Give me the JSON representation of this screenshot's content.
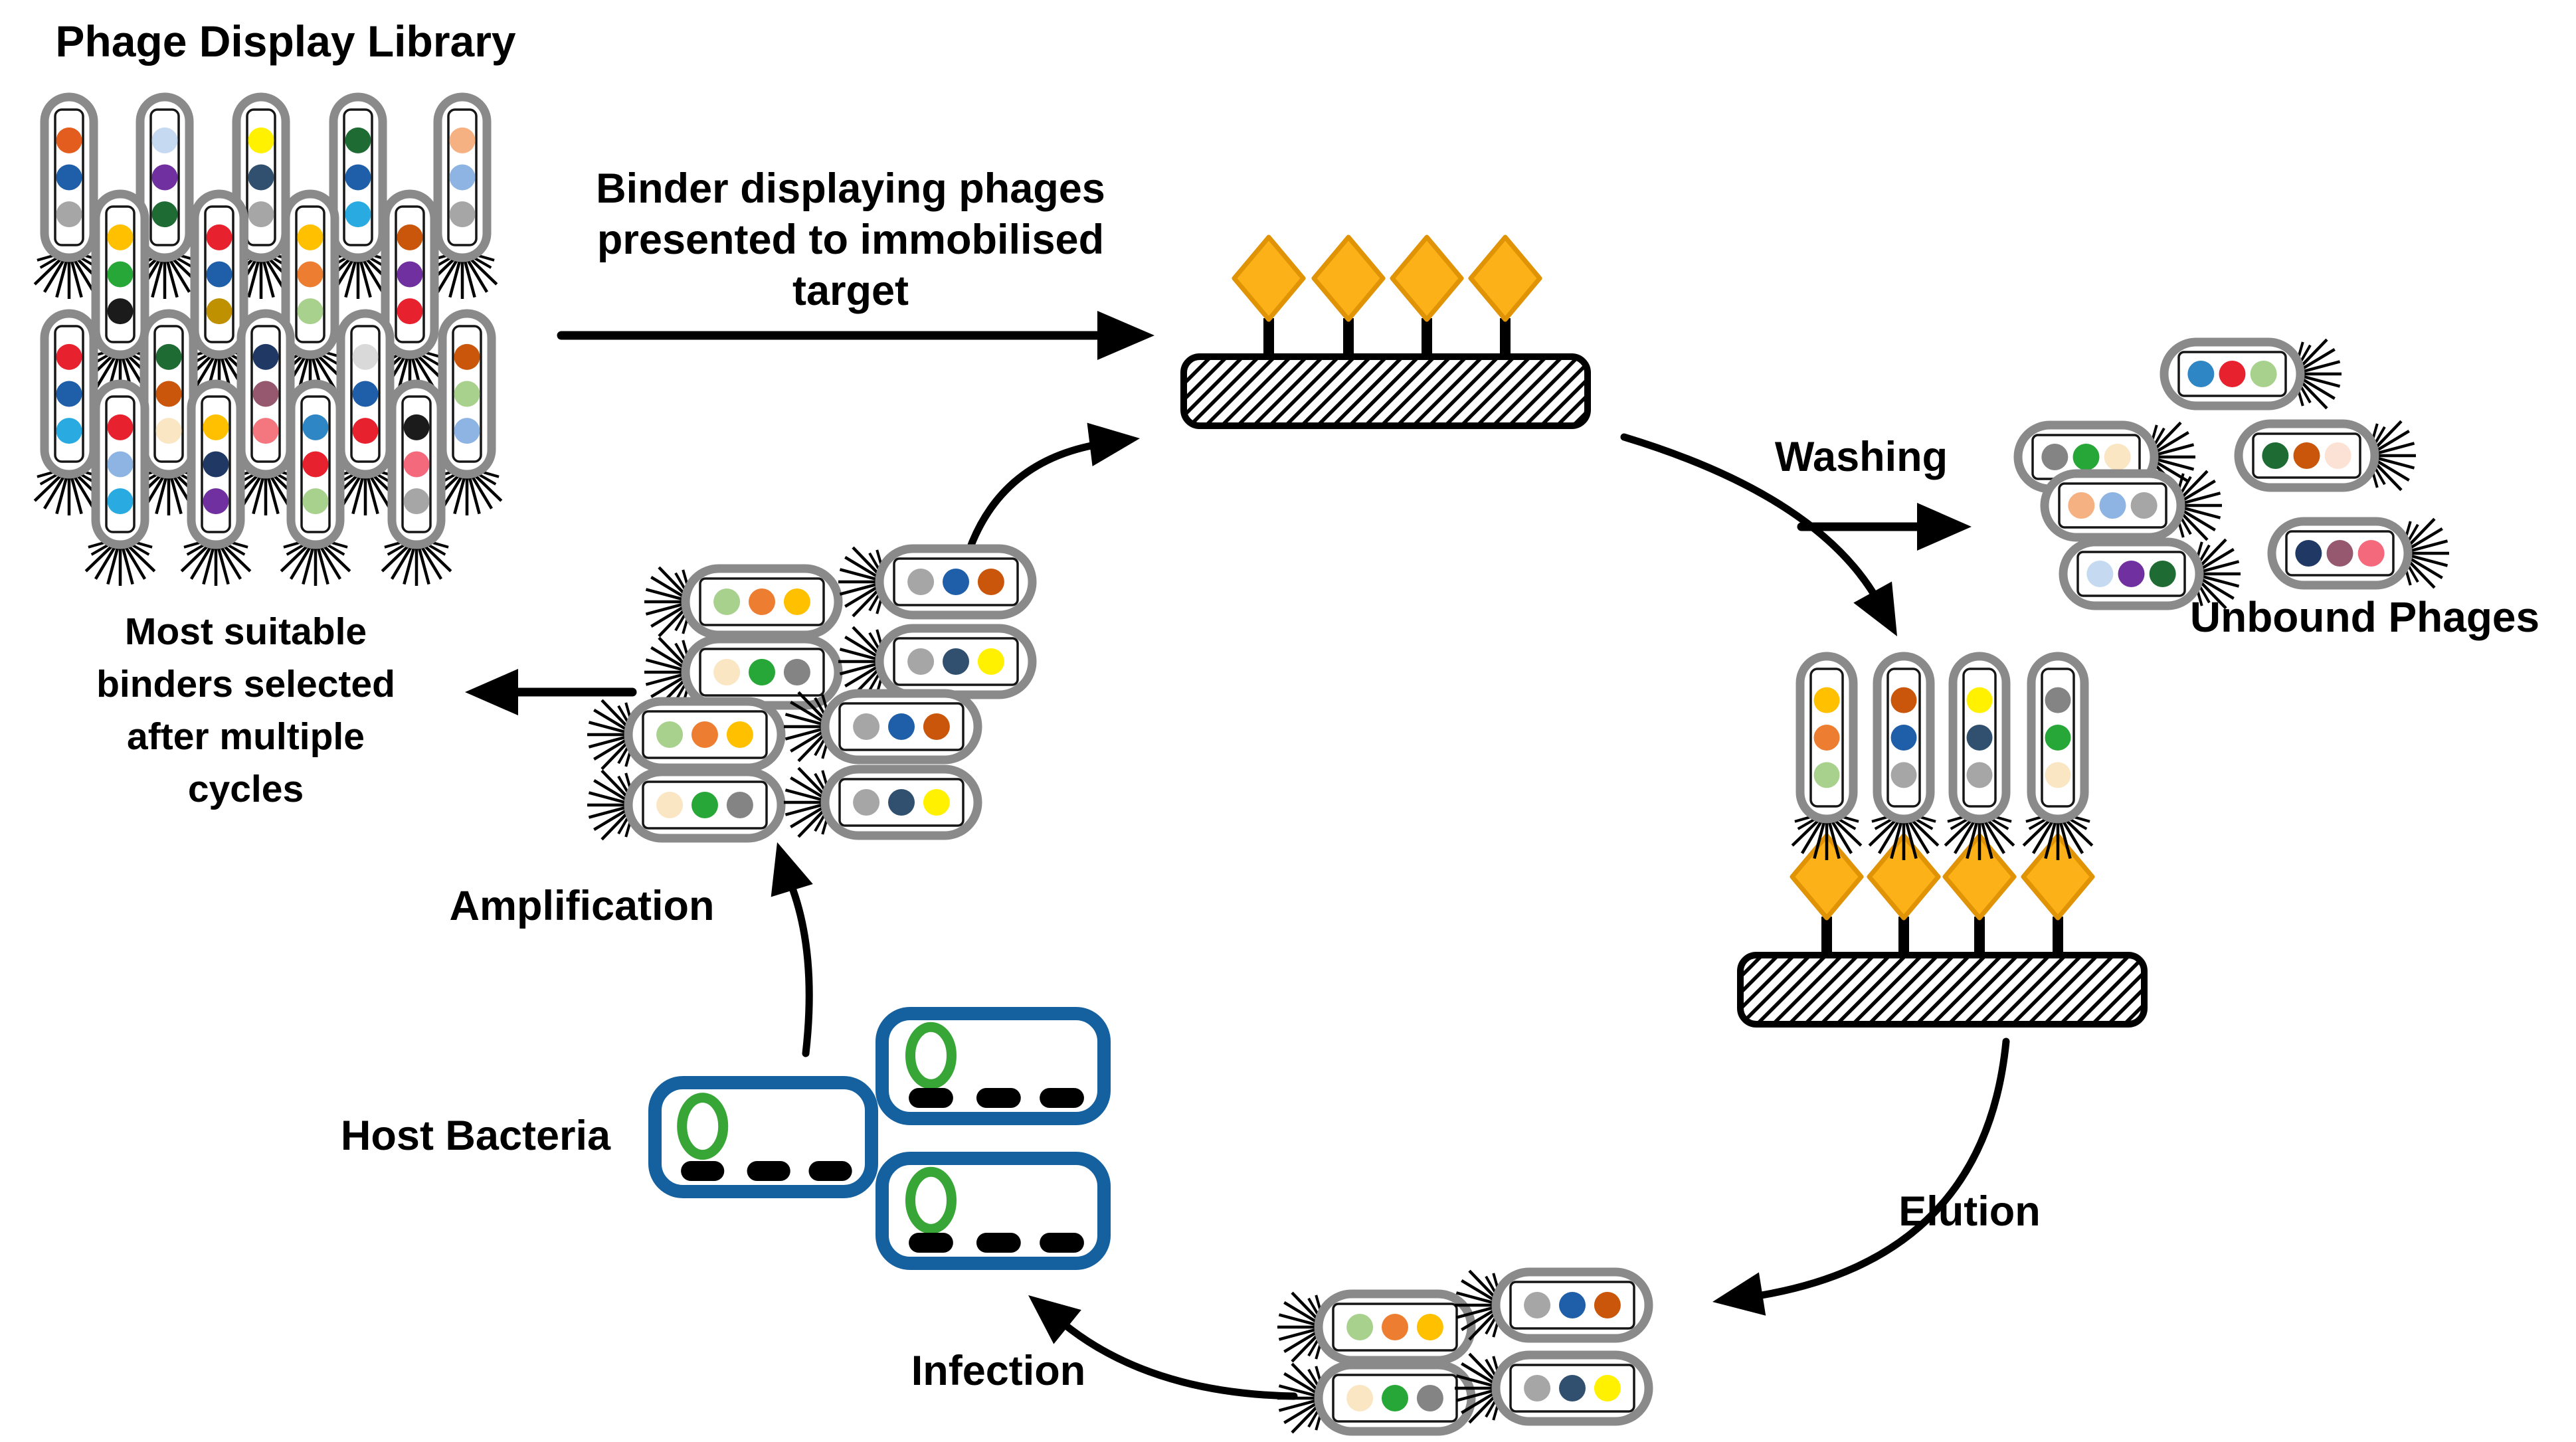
{
  "labels": {
    "title": "Phage Display Library",
    "binder": "Binder displaying phages\npresented to immobilised\ntarget",
    "washing": "Washing",
    "unbound": "Unbound Phages",
    "elution": "Elution",
    "infection": "Infection",
    "amplification": "Amplification",
    "host_bacteria": "Host Bacteria",
    "most_suitable": "Most suitable\nbinders selected\nafter multiple\ncycles"
  },
  "palette": {
    "orange": "#E35D1E",
    "orange2": "#ED7D31",
    "darkorange": "#C9560A",
    "gold": "#FFC000",
    "yellow": "#FFF100",
    "mustard": "#BF9000",
    "red": "#E8212E",
    "salmon": "#F4697B",
    "pink": "#F4777F",
    "plum": "#96586E",
    "purple": "#7030A0",
    "navy": "#1F3864",
    "slate": "#31506F",
    "blue": "#1F5EA8",
    "blue2": "#2E86C4",
    "sky": "#29ABE2",
    "cornflower": "#8EB4E3",
    "paleblue": "#C5D9F1",
    "green": "#27A737",
    "darkgreen": "#1E6B34",
    "lightgreen": "#A9D18E",
    "cream": "#FAE6C3",
    "palepink": "#FBE2D5",
    "peach": "#F6B183",
    "gray": "#A6A6A6",
    "gray2": "#848484",
    "lightgray": "#D9D9D9",
    "black": "#1B1B1B"
  },
  "colors": {
    "background": "#FFFFFF",
    "phage_border": "#8A8A8A",
    "phage_inner_line": "#161616",
    "bacteria_border": "#15609F",
    "bacteria_ring": "#38A636",
    "diamond_fill": "#FBB117",
    "diamond_stroke": "#DF9305",
    "arrow": "#000000",
    "text": "#000000"
  },
  "clusters": {
    "library": [
      {
        "dots": [
          "orange",
          "blue",
          "gray"
        ]
      },
      {
        "dots": [
          "paleblue",
          "purple",
          "darkgreen"
        ]
      },
      {
        "dots": [
          "yellow",
          "slate",
          "gray"
        ]
      },
      {
        "dots": [
          "darkgreen",
          "blue",
          "sky"
        ]
      },
      {
        "dots": [
          "peach",
          "cornflower",
          "gray"
        ]
      },
      {
        "dots": [
          "gold",
          "green",
          "black"
        ]
      },
      {
        "dots": [
          "red",
          "blue",
          "mustard"
        ]
      },
      {
        "dots": [
          "gold",
          "orange2",
          "lightgreen"
        ]
      },
      {
        "dots": [
          "darkorange",
          "purple",
          "red"
        ]
      },
      {
        "dots": [
          "red",
          "blue",
          "sky"
        ]
      },
      {
        "dots": [
          "darkgreen",
          "darkorange",
          "cream"
        ]
      },
      {
        "dots": [
          "navy",
          "plum",
          "pink"
        ]
      },
      {
        "dots": [
          "lightgray",
          "blue",
          "red"
        ]
      },
      {
        "dots": [
          "darkorange",
          "lightgreen",
          "cornflower"
        ]
      },
      {
        "dots": [
          "red",
          "cornflower",
          "sky"
        ]
      },
      {
        "dots": [
          "gold",
          "navy",
          "purple"
        ]
      },
      {
        "dots": [
          "blue2",
          "red",
          "lightgreen"
        ]
      },
      {
        "dots": [
          "black",
          "salmon",
          "gray"
        ]
      }
    ],
    "unbound": [
      {
        "dots": [
          "blue2",
          "red",
          "lightgreen"
        ]
      },
      {
        "dots": [
          "gray2",
          "green",
          "cream"
        ]
      },
      {
        "dots": [
          "darkgreen",
          "darkorange",
          "palepink"
        ]
      },
      {
        "dots": [
          "peach",
          "cornflower",
          "gray"
        ]
      },
      {
        "dots": [
          "navy",
          "plum",
          "salmon"
        ]
      },
      {
        "dots": [
          "paleblue",
          "purple",
          "darkgreen"
        ]
      }
    ],
    "bound": [
      {
        "dots": [
          "gold",
          "orange2",
          "lightgreen"
        ]
      },
      {
        "dots": [
          "darkorange",
          "blue",
          "gray"
        ]
      },
      {
        "dots": [
          "yellow",
          "slate",
          "gray"
        ]
      },
      {
        "dots": [
          "gray2",
          "green",
          "cream"
        ]
      }
    ],
    "eluted": [
      {
        "dots": [
          "lightgreen",
          "orange2",
          "gold"
        ]
      },
      {
        "dots": [
          "gray",
          "blue",
          "darkorange"
        ]
      },
      {
        "dots": [
          "cream",
          "green",
          "gray2"
        ]
      },
      {
        "dots": [
          "gray",
          "slate",
          "yellow"
        ]
      }
    ],
    "amplified": [
      {
        "dots": [
          "lightgreen",
          "orange2",
          "gold"
        ]
      },
      {
        "dots": [
          "cream",
          "green",
          "gray2"
        ]
      },
      {
        "dots": [
          "lightgreen",
          "orange2",
          "gold"
        ]
      },
      {
        "dots": [
          "cream",
          "green",
          "gray2"
        ]
      },
      {
        "dots": [
          "gray",
          "blue",
          "darkorange"
        ]
      },
      {
        "dots": [
          "gray",
          "slate",
          "yellow"
        ]
      },
      {
        "dots": [
          "gray",
          "blue",
          "darkorange"
        ]
      },
      {
        "dots": [
          "gray",
          "slate",
          "yellow"
        ]
      }
    ]
  },
  "targets": {
    "diamonds_per_surface": 4,
    "host_bacteria_count": 3
  }
}
